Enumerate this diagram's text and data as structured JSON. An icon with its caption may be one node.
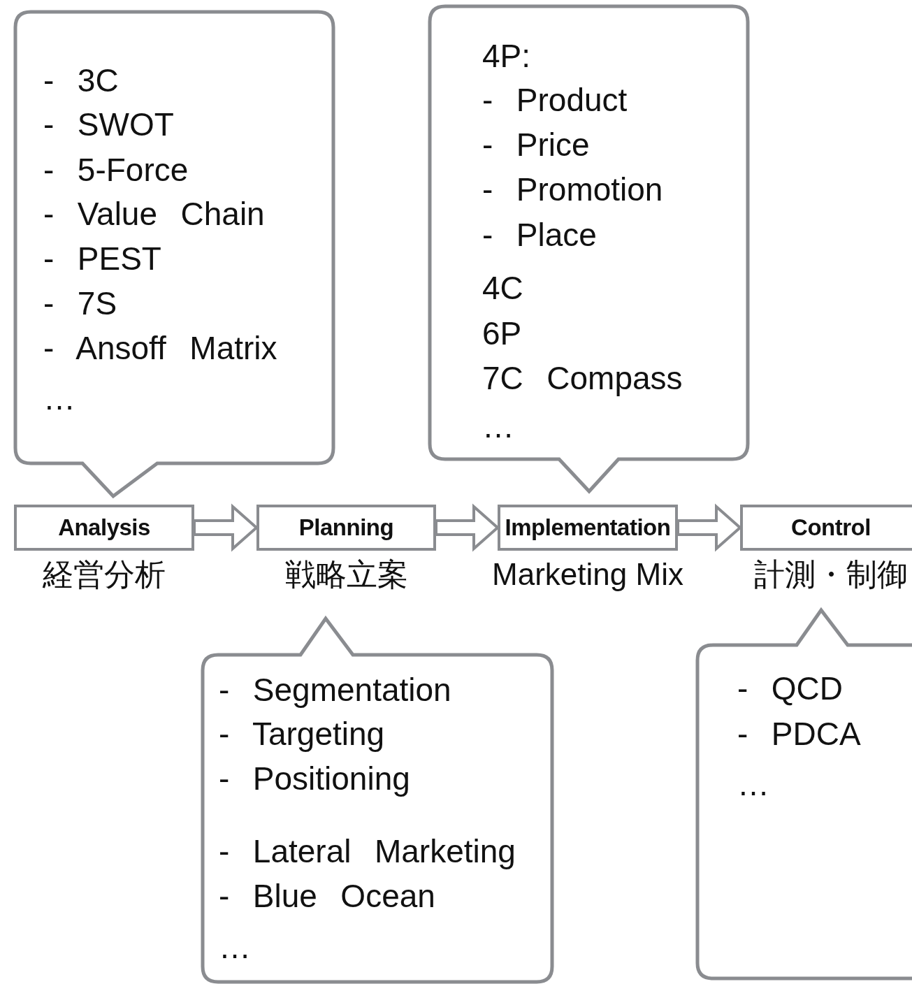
{
  "diagram": {
    "nodes": [
      {
        "text": [
          "- 3C",
          "- SWOT",
          "- 5-Force",
          "- Value Chain",
          "- PEST",
          "- 7S",
          "- Ansoff Matrix",
          "…"
        ]
      },
      {
        "text": [
          "4P:",
          "- Product",
          "- Price",
          "- Promotion",
          "- Place",
          "4C",
          "6P",
          "7C Compass",
          "…"
        ]
      },
      {
        "text": [
          "Analysis"
        ],
        "beside": [
          "経営分析"
        ]
      },
      {
        "text": [
          "Planning"
        ],
        "beside": [
          "戦略立案"
        ]
      },
      {
        "text": [
          "Implementation"
        ],
        "beside": [
          "Marketing Mix"
        ]
      },
      {
        "text": [
          "Control"
        ],
        "beside": [
          "計測・制御"
        ]
      },
      {
        "text": [
          "- Segmentation",
          "- Targeting",
          "- Positioning",
          "- Lateral Marketing",
          "- Blue Ocean",
          "…"
        ]
      },
      {
        "text": [
          "- QCD",
          "- PDCA",
          "…"
        ]
      }
    ],
    "edges": [
      {
        "from": 2,
        "to": 3,
        "arrow": "to"
      },
      {
        "from": 3,
        "to": 4,
        "arrow": "to"
      },
      {
        "from": 4,
        "to": 5,
        "arrow": "to"
      }
    ]
  }
}
